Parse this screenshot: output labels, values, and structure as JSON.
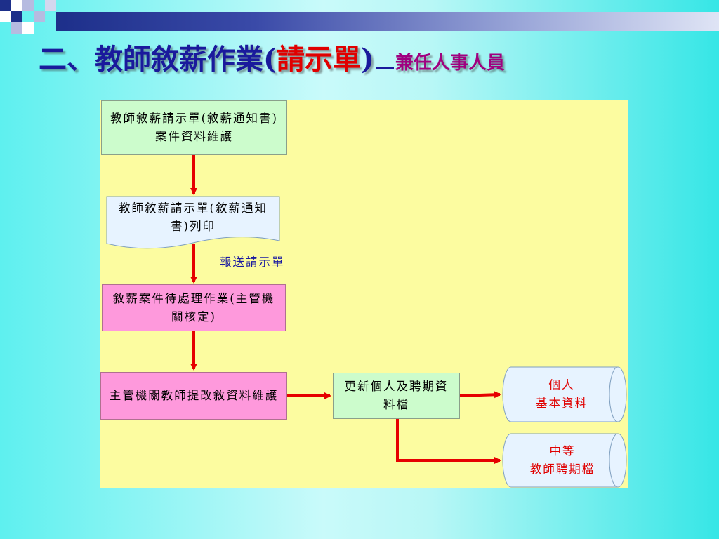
{
  "title": {
    "main": "二、教師敘薪作業",
    "paren_open": "(",
    "paren_text": "請示單",
    "paren_close": ")",
    "sub": "兼任人事人員"
  },
  "nodes": {
    "maintain_notice": "教師敘薪請示單(敘薪通知書)案件資料維護",
    "print_notice": "教師敘薪請示單(敘薪通知書)列印",
    "send_label": "報送請示單",
    "pending_process": "敘薪案件待處理作業(主管機關核定)",
    "authority_maintain": "主管機關教師提改敘資料維護",
    "update_files": "更新個人及聘期資料檔",
    "personal_basic": {
      "line1": "個人",
      "line2": "基本資料"
    },
    "appointment_file": {
      "line1": "中等",
      "line2": "教師聘期檔"
    }
  },
  "colors": {
    "panel": "#fcfca0",
    "green_box": "#ccfccc",
    "pink_box": "#fe99dc",
    "doc_box": "#e7f3ff",
    "arrow": "#e60000",
    "title_blue": "#1a1a9c",
    "title_red": "#e00000"
  }
}
